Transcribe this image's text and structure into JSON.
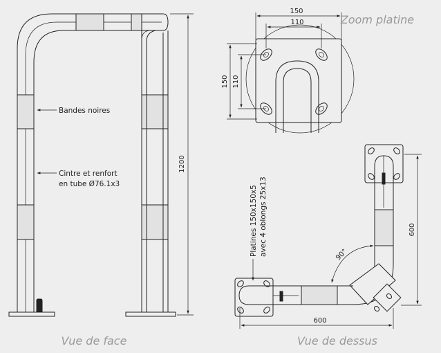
{
  "captions": {
    "front": "Vue de face",
    "top": "Vue de dessus",
    "zoom": "Zoom platine"
  },
  "front_view": {
    "height_dim": "1200",
    "note_bands": "Bandes noires",
    "note_bend_line1": "Cintre et renfort",
    "note_bend_line2": "en tube Ø76.1x3"
  },
  "zoom_view": {
    "outer_width": "150",
    "hole_spacing_x": "110",
    "outer_height": "150",
    "hole_spacing_y": "110"
  },
  "top_view": {
    "width_dim": "600",
    "depth_dim": "600",
    "angle": "90°",
    "plate_note_line1": "Platines 150x150x5",
    "plate_note_line2": "avec 4 oblongs 25x13"
  }
}
